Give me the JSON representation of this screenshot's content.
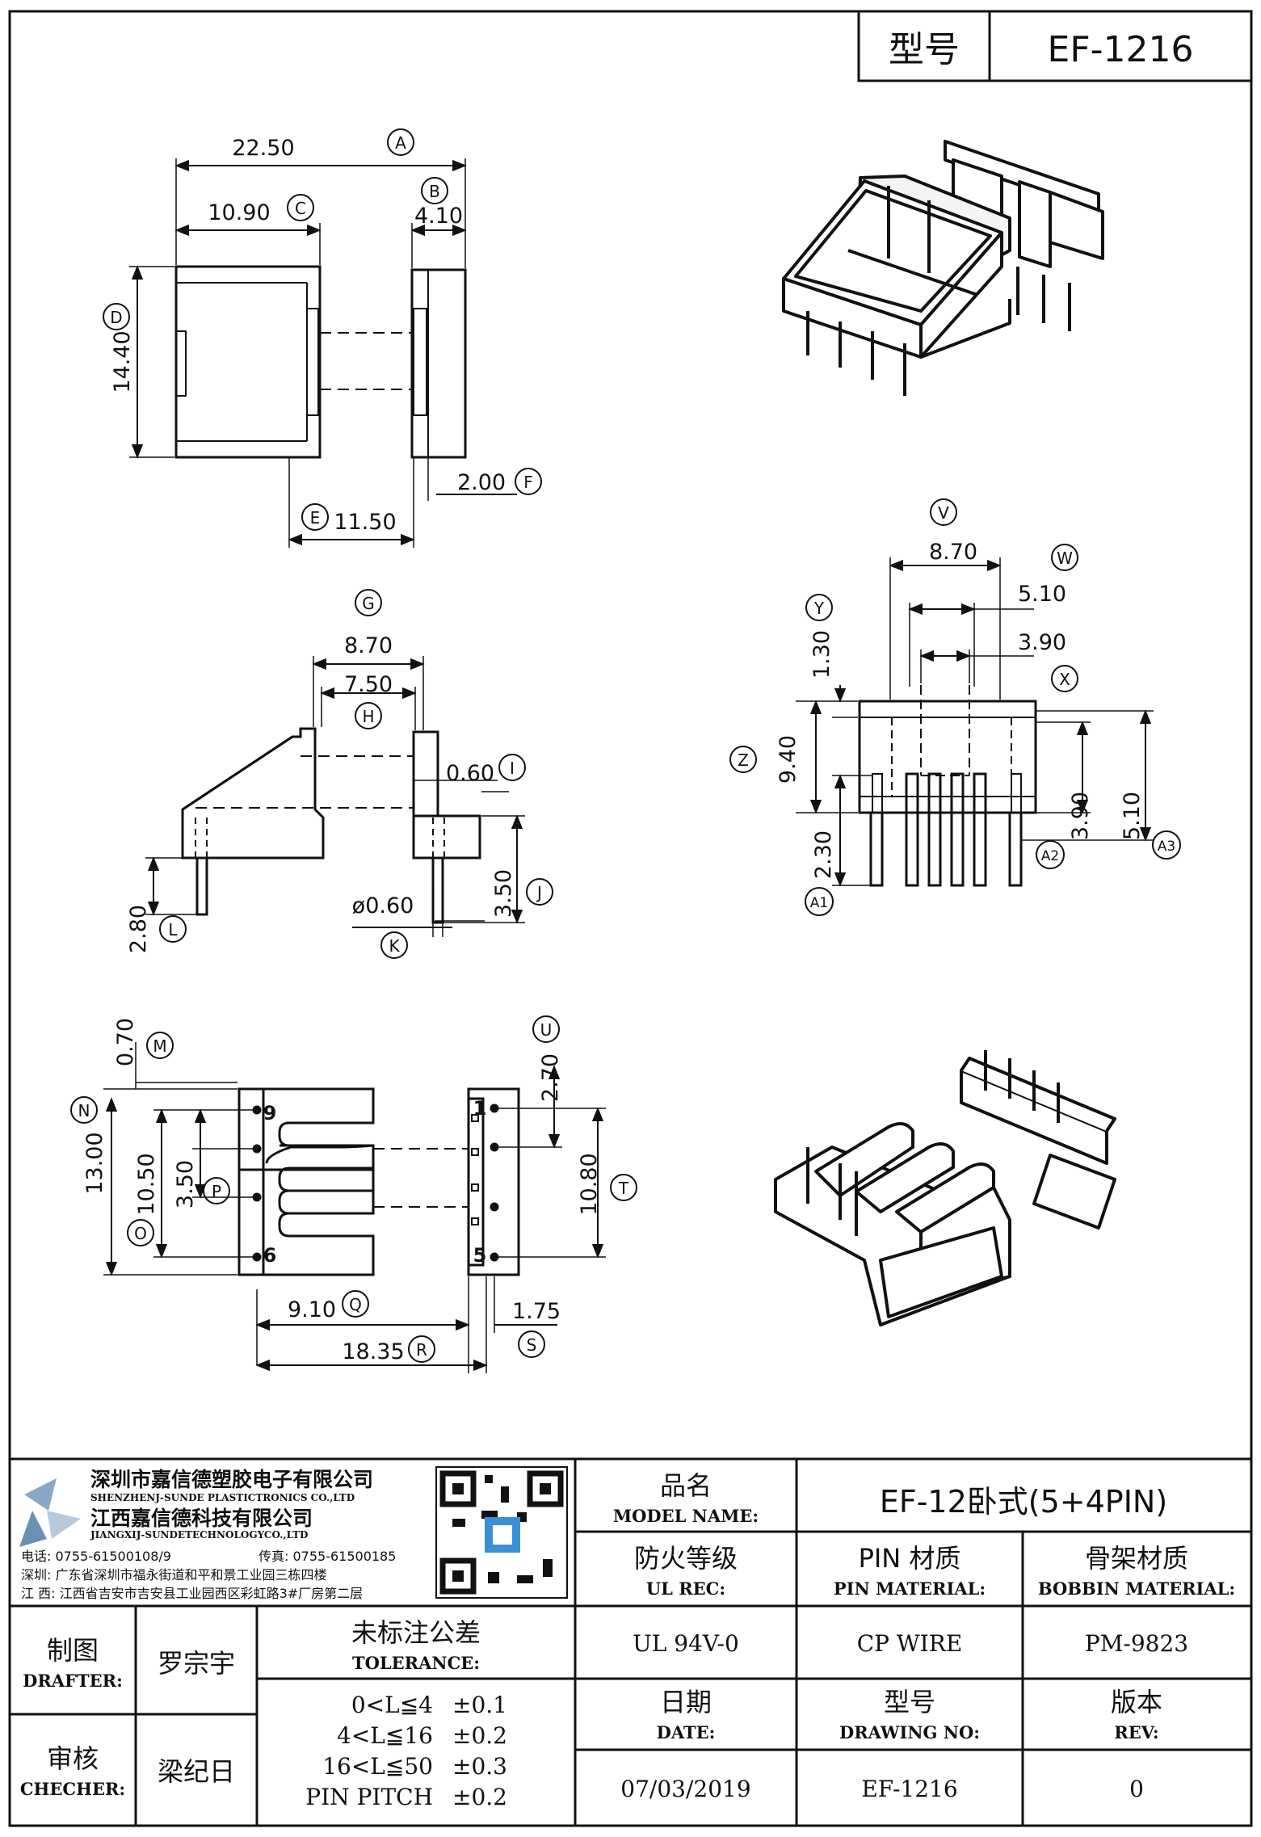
{
  "header": {
    "model_label": "型号",
    "model_value": "EF-1216"
  },
  "drawing": {
    "top_view": {
      "dim_a": "22.50",
      "tag_a": "A",
      "dim_b": "4.10",
      "tag_b": "B",
      "dim_c": "10.90",
      "tag_c": "C",
      "dim_d": "14.40",
      "tag_d": "D",
      "dim_e": "11.50",
      "tag_e": "E",
      "dim_f": "2.00",
      "tag_f": "F"
    },
    "side_view": {
      "dim_g": "8.70",
      "tag_g": "G",
      "dim_h": "7.50",
      "tag_h": "H",
      "dim_i": "0.60",
      "tag_i": "I",
      "dim_j": "3.50",
      "tag_j": "J",
      "dim_k": "ø0.60",
      "tag_k": "K",
      "dim_l": "2.80",
      "tag_l": "L"
    },
    "end_view": {
      "dim_v": "8.70",
      "tag_v": "V",
      "dim_w": "5.10",
      "tag_w": "W",
      "dim_x": "3.90",
      "tag_x": "X",
      "dim_y": "1.30",
      "tag_y": "Y",
      "dim_z": "9.40",
      "tag_z": "Z",
      "dim_a1": "2.30",
      "tag_a1": "A1",
      "dim_a2": "3.90",
      "tag_a2": "A2",
      "dim_a3": "5.10",
      "tag_a3": "A3"
    },
    "bottom_view": {
      "dim_m": "0.70",
      "tag_m": "M",
      "dim_n": "13.00",
      "tag_n": "N",
      "dim_o": "10.50",
      "tag_o": "O",
      "dim_p": "3.50",
      "tag_p": "P",
      "dim_q": "9.10",
      "tag_q": "Q",
      "dim_r": "18.35",
      "tag_r": "R",
      "dim_s": "1.75",
      "tag_s": "S",
      "dim_t": "10.80",
      "tag_t": "T",
      "dim_u": "2.70",
      "tag_u": "U",
      "pin_9": "9",
      "pin_6": "6",
      "pin_1": "1",
      "pin_5": "5"
    }
  },
  "title_block": {
    "company_cn_1": "深圳市嘉信德塑胶电子有限公司",
    "company_en_1": "SHENZHENJ-SUNDE PLASTICTRONICS CO.,LTD",
    "company_cn_2": "江西嘉信德科技有限公司",
    "company_en_2": "JIANGXIJ-SUNDETECHNOLOGYCO.,LTD",
    "phone": "电话: 0755-61500108/9",
    "fax": "传真: 0755-61500185",
    "addr_sz": "深圳: 广东省深圳市福永街道和平和景工业园三栋四楼",
    "addr_jx": "江 西: 江西省吉安市吉安县工业园西区彩虹路3#厂房第二层",
    "model_name_cn": "品名",
    "model_name_en": "MODEL NAME:",
    "model_name_value": "EF-12卧式(5+4PIN)",
    "ul_cn": "防火等级",
    "ul_en": "UL REC:",
    "pin_mat_cn": "PIN 材质",
    "pin_mat_en": "PIN MATERIAL:",
    "bobbin_mat_cn": "骨架材质",
    "bobbin_mat_en": "BOBBIN MATERIAL:",
    "ul_value": "UL 94V-0",
    "pin_mat_value": "CP WIRE",
    "bobbin_mat_value": "PM-9823",
    "drafter_cn": "制图",
    "drafter_en": "DRAFTER:",
    "drafter_value": "罗宗宇",
    "checker_cn": "审核",
    "checker_en": "CHECHER:",
    "checker_value": "梁纪日",
    "tolerance_cn": "未标注公差",
    "tolerance_en": "TOLERANCE:",
    "tolerances": [
      {
        "range": "0<L≦4",
        "value": "±0.1"
      },
      {
        "range": "4<L≦16",
        "value": "±0.2"
      },
      {
        "range": "16<L≦50",
        "value": "±0.3"
      },
      {
        "range": "PIN PITCH",
        "value": "±0.2"
      }
    ],
    "date_cn": "日期",
    "date_en": "DATE:",
    "drawing_no_cn": "型号",
    "drawing_no_en": "DRAWING NO:",
    "rev_cn": "版本",
    "rev_en": "REV:",
    "date_value": "07/03/2019",
    "drawing_no_value": "EF-1216",
    "rev_value": "0"
  }
}
